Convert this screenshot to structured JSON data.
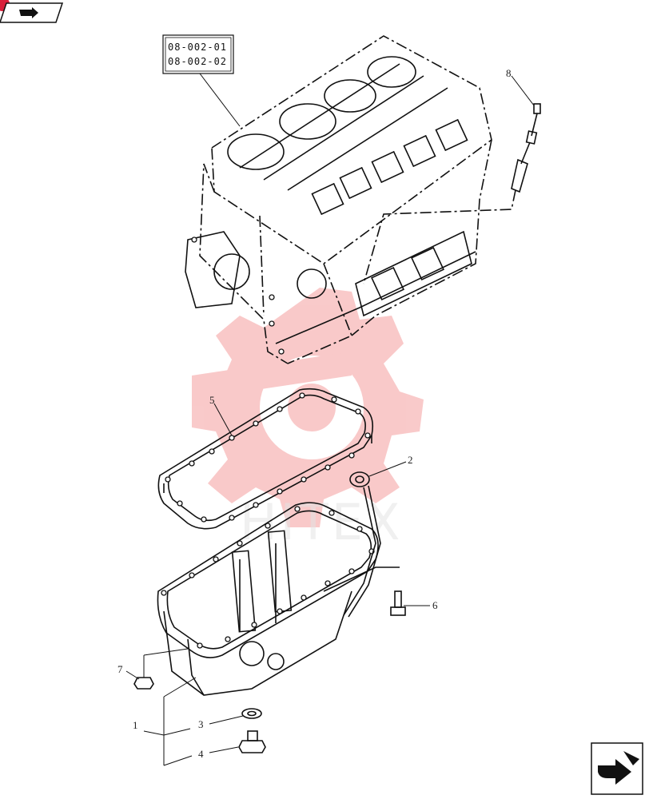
{
  "reference_box": {
    "line1": "08-002-01",
    "line2": "08-002-02"
  },
  "callouts": [
    {
      "id": "1",
      "text": "1"
    },
    {
      "id": "2",
      "text": "2"
    },
    {
      "id": "3",
      "text": "3"
    },
    {
      "id": "4",
      "text": "4"
    },
    {
      "id": "5",
      "text": "5"
    },
    {
      "id": "6",
      "text": "6"
    },
    {
      "id": "7",
      "text": "7"
    },
    {
      "id": "8",
      "text": "8"
    }
  ],
  "watermark": {
    "text": "HITEX",
    "color": "#f5a0a0"
  },
  "nav": {
    "prev_icon": "arrow-back-icon",
    "next_icon": "arrow-forward-icon",
    "accent": "#d8203a"
  }
}
